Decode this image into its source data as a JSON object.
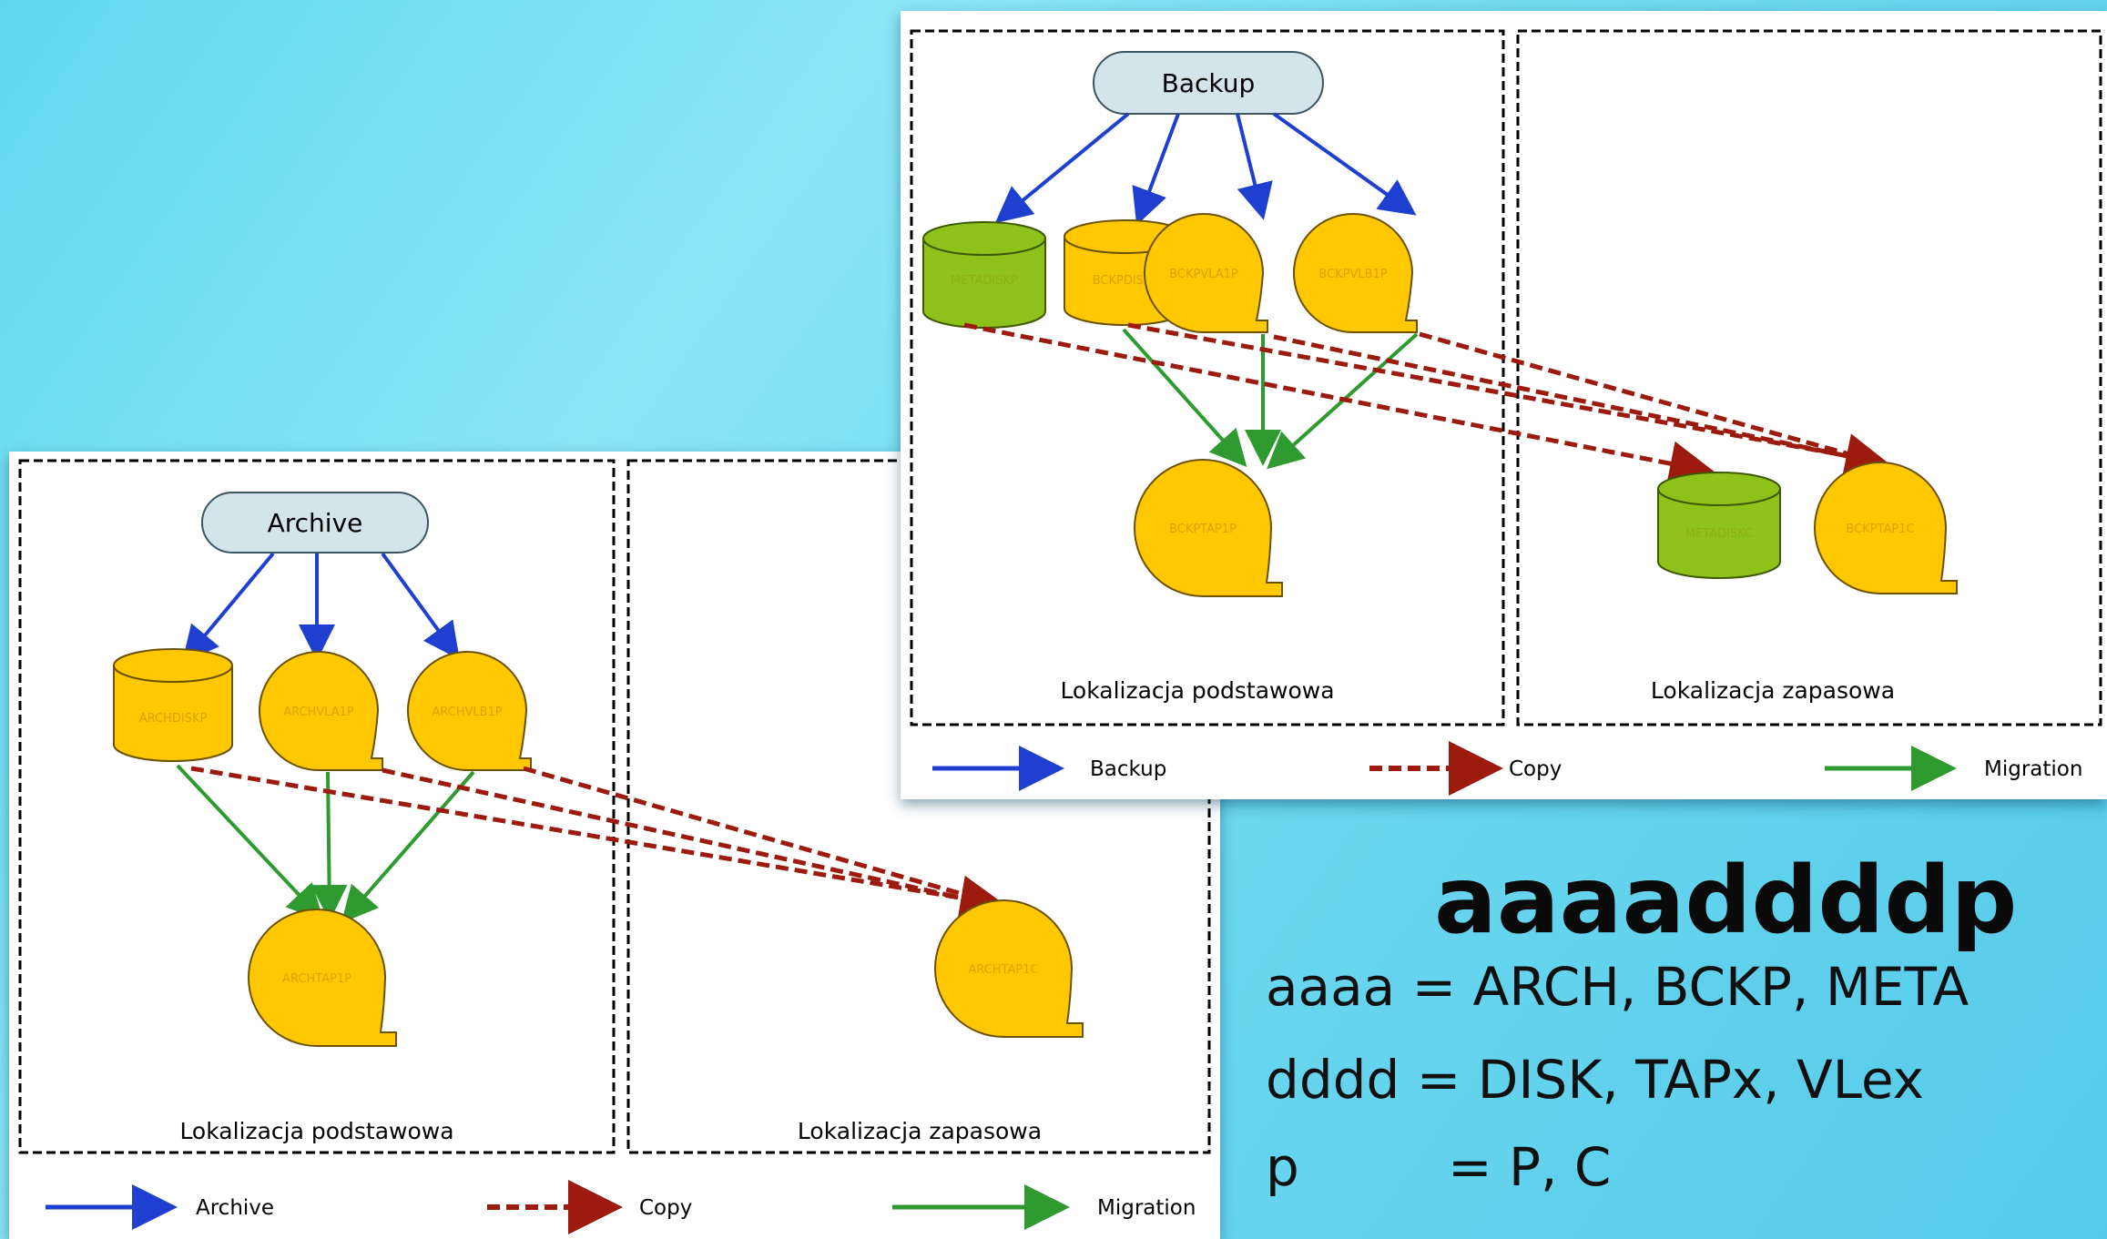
{
  "archive_diagram": {
    "top_node": "Archive",
    "nodes": [
      "ARCHDISKP",
      "ARCHVLA1P",
      "ARCHVLB1P",
      "ARCHTAP1P",
      "ARCHTAP1C"
    ],
    "primary_location": "Lokalizacja podstawowa",
    "backup_location": "Lokalizacja zapasowa",
    "legend": {
      "solid_blue": "Archive",
      "dashed_red": "Copy",
      "solid_green": "Migration"
    }
  },
  "backup_diagram": {
    "top_node": "Backup",
    "nodes": [
      "METADISKP",
      "BCKPDISKP",
      "BCKPVLA1P",
      "BCKPVLB1P",
      "BCKPTAP1P",
      "METADISKC",
      "BCKPTAP1C"
    ],
    "primary_location": "Lokalizacja podstawowa",
    "backup_location": "Lokalizacja zapasowa",
    "legend": {
      "solid_blue": "Backup",
      "dashed_red": "Copy",
      "solid_green": "Migration"
    }
  },
  "naming": {
    "pattern": "aaaaddddp",
    "aaaa": "aaaa = ARCH, BCKP, META",
    "dddd": "dddd = DISK, TAPx, VLex",
    "p_key": "p",
    "p_value": "=  P,  C"
  },
  "colors": {
    "background": "#6fd9f0",
    "blue_arrow": "#1f3fd0",
    "red_dashed": "#9c1b0e",
    "green_arrow": "#2f9a2f",
    "yellow_node": "#ffc800",
    "green_node": "#8ec21b",
    "top_node_fill": "#d3e4ea"
  }
}
